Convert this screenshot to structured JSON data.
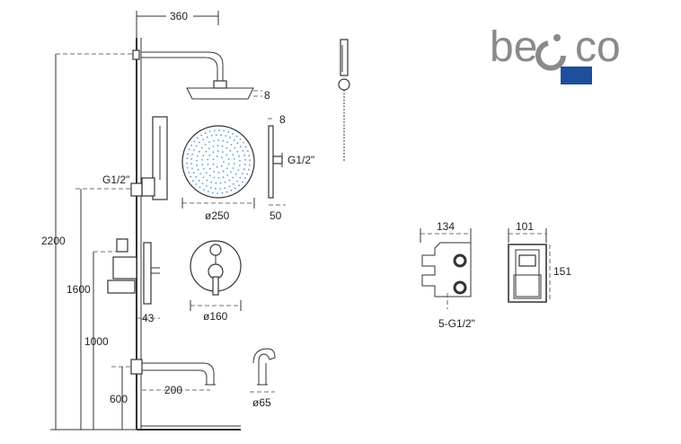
{
  "brand": {
    "logo_text": "besco",
    "logo_colors": {
      "grey": "#8a8a8a",
      "blue": "#1f4e9c"
    }
  },
  "dimensions": {
    "arm_length": "360",
    "head_thickness": "8",
    "head_thickness_side": "8",
    "inlet_thread_top": "G1/2\"",
    "inlet_thread_left": "G1/2\"",
    "head_diameter": "ø250",
    "head_depth": "50",
    "total_height": "2200",
    "mixer_height": "1600",
    "mid_height": "1000",
    "spout_height": "600",
    "mixer_projection": "43",
    "plate_diameter": "ø160",
    "spout_length": "200",
    "spout_diameter": "ø65",
    "box_width": "134",
    "box_ports": "5-G1/2\"",
    "box_depth": "101",
    "box_height": "151"
  }
}
